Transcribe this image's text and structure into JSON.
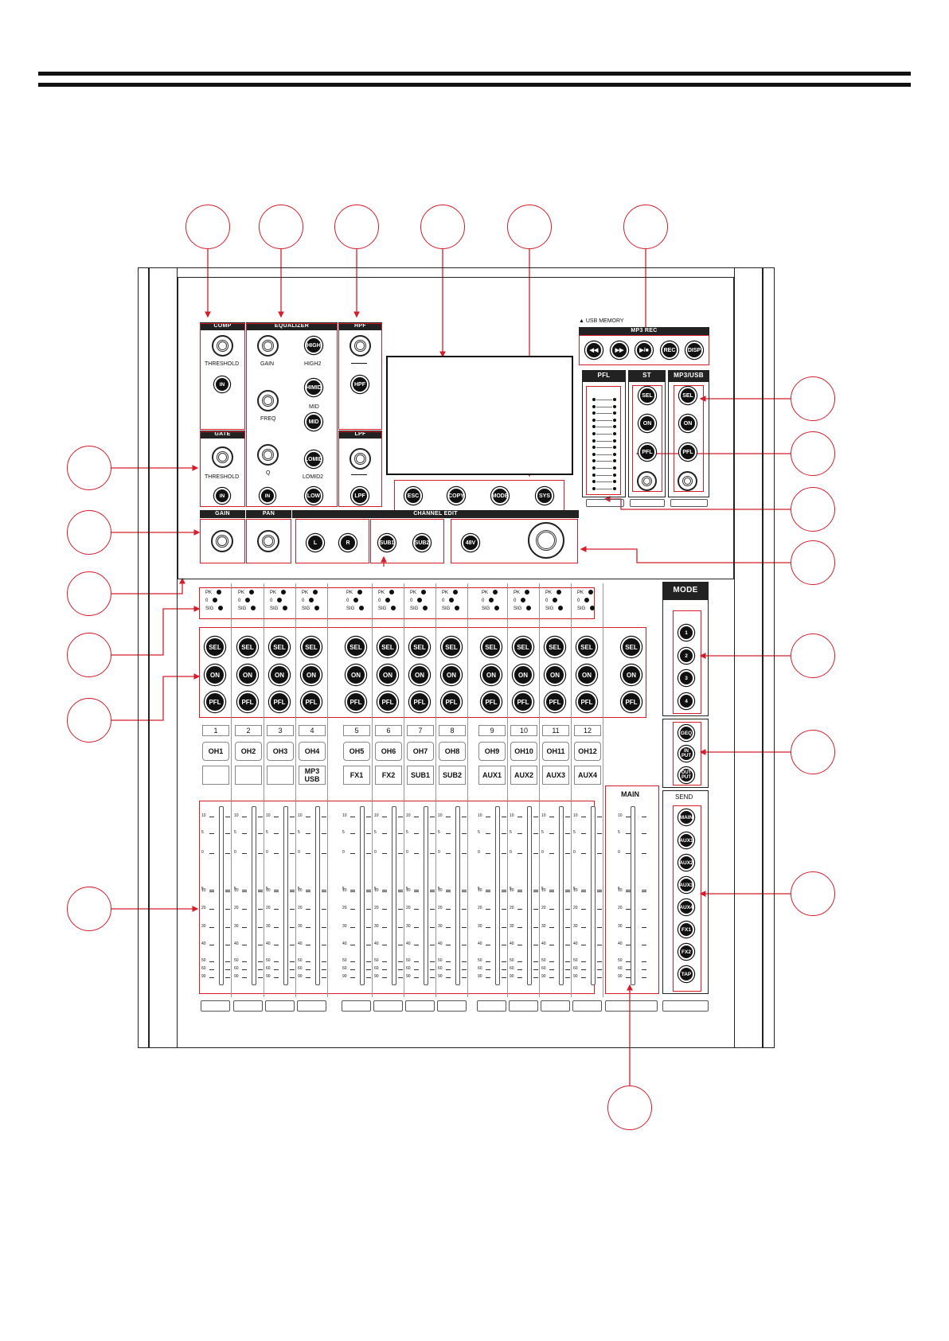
{
  "sections": {
    "comp": "COMP",
    "equalizer": "EQUALIZER",
    "hpf": "HPF",
    "gate": "GATE",
    "lpf": "LPF",
    "gain": "GAIN",
    "pan": "PAN",
    "channel_edit": "CHANNEL EDIT",
    "usb_memory": "▲ USB MEMORY",
    "mp3rec": "MP3 REC",
    "pfl": "PFL",
    "st": "ST",
    "mp3usb": "MP3/USB",
    "mode": "MODE",
    "send": "SEND",
    "main": "MAIN"
  },
  "labels": {
    "threshold": "THRESHOLD",
    "gain": "GAIN",
    "freq": "FREQ",
    "q": "Q",
    "high2": "HIGH2",
    "mid": "MID",
    "lomid2": "LOMID2"
  },
  "buttons": {
    "in": "IN",
    "high": "HIGH",
    "himid": "HIMID",
    "mid": "MID",
    "lomid": "LOMID",
    "low": "LOW",
    "hpf": "HPF",
    "lpf": "LPF",
    "esc": "ESC",
    "copy": "COPY",
    "mode": "MODE",
    "sys": "SYS",
    "l": "L",
    "r": "R",
    "sub1": "SUB1",
    "sub2": "SUB2",
    "v48": "48V",
    "rew": "◀◀",
    "ff": "▶▶",
    "play": "▶/■",
    "rec": "REC",
    "disp": "DISP",
    "sel": "SEL",
    "on": "ON",
    "pflbtn": "PFL",
    "mode1": "1",
    "mode2": "2",
    "mode3": "3",
    "mode4": "4",
    "geq": "GEQ",
    "input": "IN\nPUT",
    "output": "OUT\nPUT",
    "send_main": "MAIN",
    "aux1": "AUX1",
    "aux2": "AUX2",
    "aux3": "AUX3",
    "aux4": "AUX4",
    "fx1": "FX1",
    "fx2": "FX2",
    "tap": "TAP"
  },
  "meter_labels": [
    "PK",
    "0",
    "SIG"
  ],
  "channels": [
    {
      "num": "1",
      "name": "OH1",
      "sub": ""
    },
    {
      "num": "2",
      "name": "OH2",
      "sub": ""
    },
    {
      "num": "3",
      "name": "OH3",
      "sub": ""
    },
    {
      "num": "4",
      "name": "OH4",
      "sub": "MP3\nUSB"
    },
    {
      "num": "5",
      "name": "OH5",
      "sub": "FX1"
    },
    {
      "num": "6",
      "name": "OH6",
      "sub": "FX2"
    },
    {
      "num": "7",
      "name": "OH7",
      "sub": "SUB1"
    },
    {
      "num": "8",
      "name": "OH8",
      "sub": "SUB2"
    },
    {
      "num": "9",
      "name": "OH9",
      "sub": "AUX1"
    },
    {
      "num": "10",
      "name": "OH10",
      "sub": "AUX2"
    },
    {
      "num": "11",
      "name": "OH11",
      "sub": "AUX3"
    },
    {
      "num": "12",
      "name": "OH12",
      "sub": "AUX4"
    }
  ],
  "fader_scale": [
    "10",
    "5",
    "0",
    "5",
    "10",
    "20",
    "30",
    "40",
    "50",
    "60",
    "90"
  ]
}
